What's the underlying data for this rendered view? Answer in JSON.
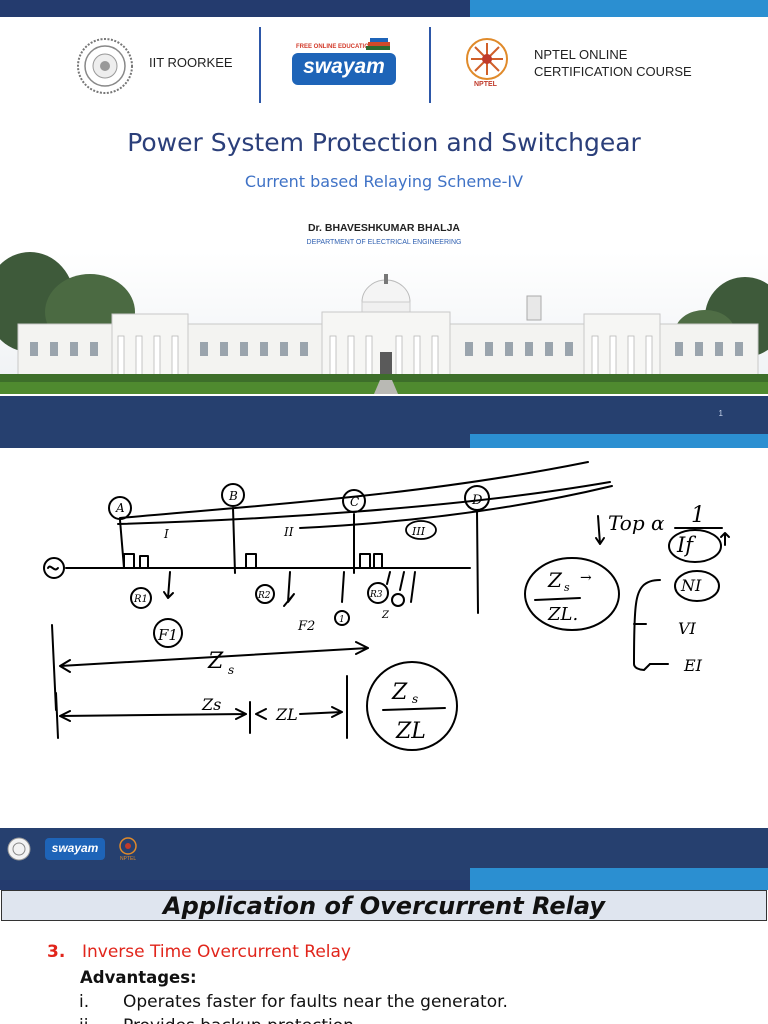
{
  "slide1": {
    "logos": {
      "iit_label": "IIT ROORKEE",
      "swayam_tagline": "FREE ONLINE EDUCATION",
      "swayam_name": "swayam",
      "nptel_line1": "NPTEL ONLINE",
      "nptel_line2": "CERTIFICATION COURSE",
      "nptel_small": "NPTEL"
    },
    "title": "Power System Protection and Switchgear",
    "subtitle": "Current based Relaying Scheme-IV",
    "author": "Dr. BHAVESHKUMAR BHALJA",
    "department": "DEPARTMENT OF ELECTRICAL ENGINEERING",
    "page_number": "1"
  },
  "slide2": {
    "footer_logos": {
      "swayam_name": "swayam",
      "nptel_small": "NPTEL"
    }
  },
  "slide3": {
    "title": "Application of Overcurrent Relay",
    "section_number": "3.",
    "section_heading": "Inverse Time Overcurrent Relay",
    "subheading": "Advantages:",
    "items": [
      {
        "marker": "i.",
        "text": "Operates faster for faults near the generator."
      },
      {
        "marker": "ii.",
        "text": "Provides backup protection..."
      }
    ]
  },
  "colors": {
    "navy": "#26406f",
    "accent_blue": "#2b8fd1",
    "title_blue": "#2b3f7a",
    "heading_red": "#e1251b",
    "ink": "#000000"
  }
}
